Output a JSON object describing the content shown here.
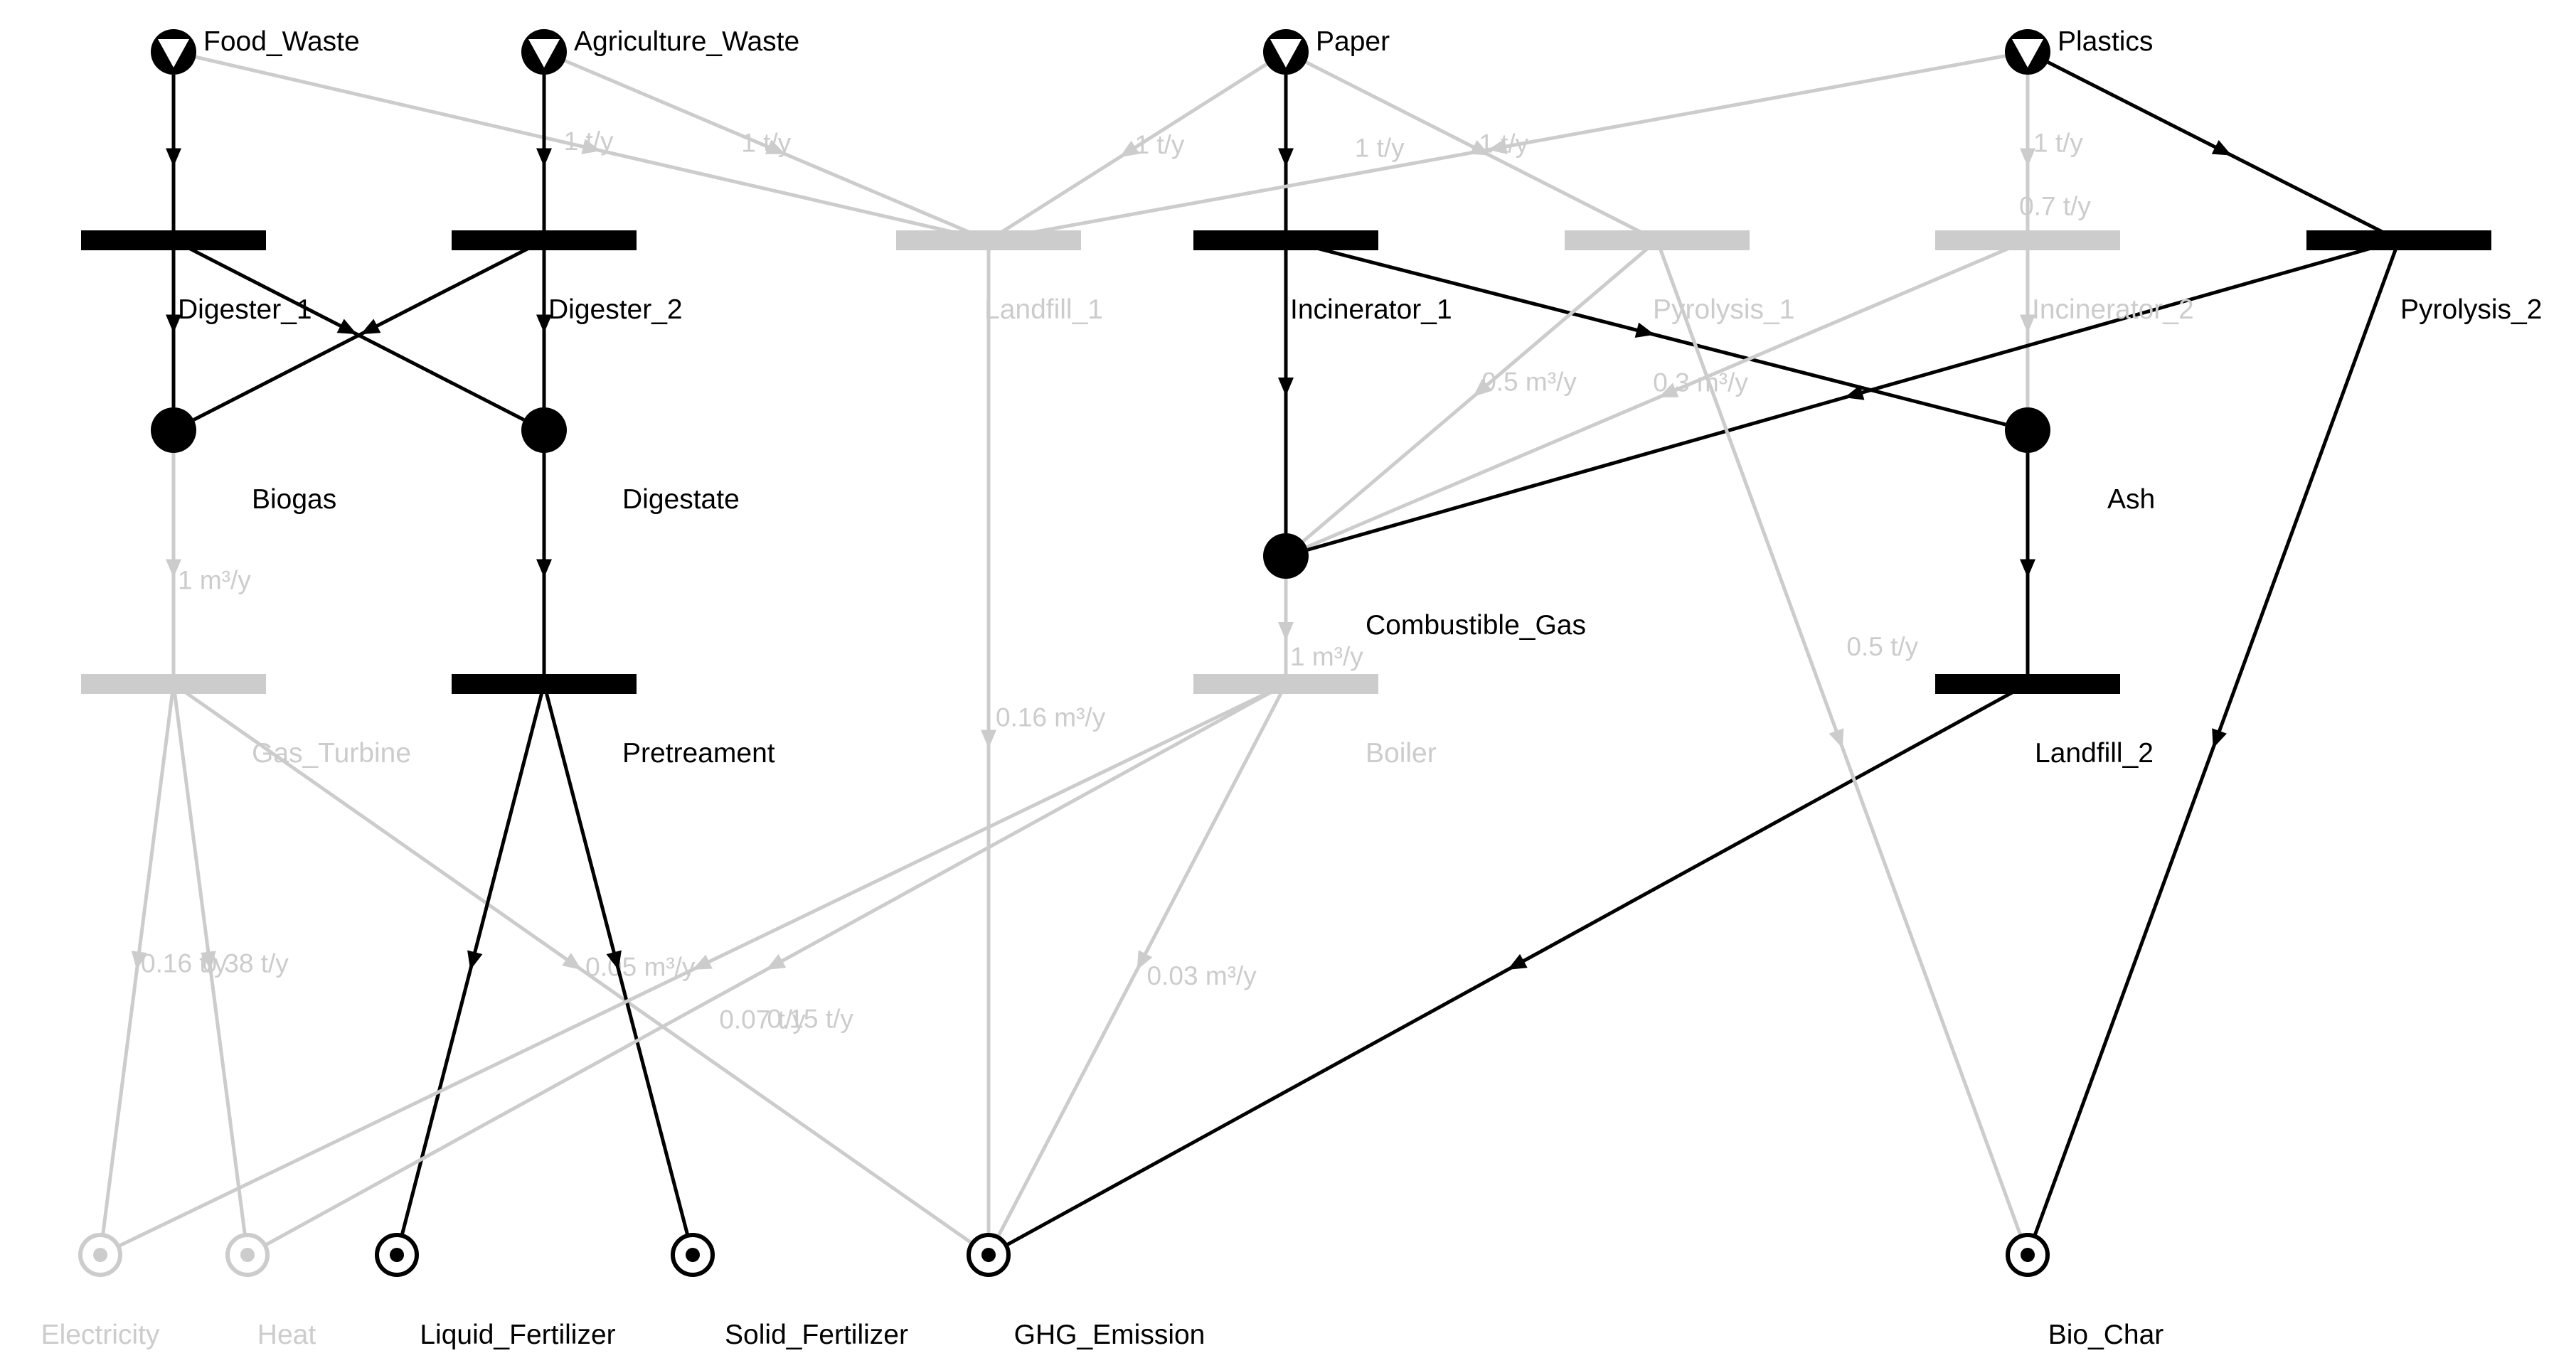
{
  "colors": {
    "active": "#000000",
    "inactive": "#cccccc",
    "background": "#ffffff"
  },
  "materials": [
    {
      "id": "food_waste",
      "label": "Food_Waste",
      "kind": "source",
      "active": true
    },
    {
      "id": "agri_waste",
      "label": "Agriculture_Waste",
      "kind": "source",
      "active": true
    },
    {
      "id": "paper",
      "label": "Paper",
      "kind": "source",
      "active": true
    },
    {
      "id": "plastics",
      "label": "Plastics",
      "kind": "source",
      "active": true
    },
    {
      "id": "biogas",
      "label": "Biogas",
      "kind": "intermediate",
      "active": true
    },
    {
      "id": "digestate",
      "label": "Digestate",
      "kind": "intermediate",
      "active": true
    },
    {
      "id": "comb_gas",
      "label": "Combustible_Gas",
      "kind": "intermediate",
      "active": true
    },
    {
      "id": "ash",
      "label": "Ash",
      "kind": "intermediate",
      "active": true
    },
    {
      "id": "electricity",
      "label": "Electricity",
      "kind": "product",
      "active": false
    },
    {
      "id": "heat",
      "label": "Heat",
      "kind": "product",
      "active": false
    },
    {
      "id": "liquid_fert",
      "label": "Liquid_Fertilizer",
      "kind": "product",
      "active": true
    },
    {
      "id": "solid_fert",
      "label": "Solid_Fertilizer",
      "kind": "product",
      "active": true
    },
    {
      "id": "ghg",
      "label": "GHG_Emission",
      "kind": "product",
      "active": true
    },
    {
      "id": "bio_char",
      "label": "Bio_Char",
      "kind": "product",
      "active": true
    }
  ],
  "operations": [
    {
      "id": "digester_1",
      "label": "Digester_1",
      "active": true
    },
    {
      "id": "digester_2",
      "label": "Digester_2",
      "active": true
    },
    {
      "id": "landfill_1",
      "label": "Landfill_1",
      "active": false
    },
    {
      "id": "incinerator_1",
      "label": "Incinerator_1",
      "active": true
    },
    {
      "id": "pyrolysis_1",
      "label": "Pyrolysis_1",
      "active": false
    },
    {
      "id": "incinerator_2",
      "label": "Incinerator_2",
      "active": false
    },
    {
      "id": "pyrolysis_2",
      "label": "Pyrolysis_2",
      "active": true
    },
    {
      "id": "gas_turbine",
      "label": "Gas_Turbine",
      "active": false
    },
    {
      "id": "pretreament",
      "label": "Pretreament",
      "active": true
    },
    {
      "id": "boiler",
      "label": "Boiler",
      "active": false
    },
    {
      "id": "landfill_2",
      "label": "Landfill_2",
      "active": true
    }
  ],
  "arcs": [
    {
      "from": "food_waste",
      "to": "digester_1",
      "active": true
    },
    {
      "from": "food_waste",
      "to": "landfill_1",
      "active": false,
      "label": "1 t/y"
    },
    {
      "from": "agri_waste",
      "to": "digester_2",
      "active": true
    },
    {
      "from": "agri_waste",
      "to": "landfill_1",
      "active": false,
      "label": "1 t/y"
    },
    {
      "from": "paper",
      "to": "landfill_1",
      "active": false,
      "label": "1 t/y"
    },
    {
      "from": "paper",
      "to": "incinerator_1",
      "active": true
    },
    {
      "from": "paper",
      "to": "pyrolysis_1",
      "active": false,
      "label": "1 t/y"
    },
    {
      "from": "plastics",
      "to": "landfill_1",
      "active": false,
      "label": "1 t/y"
    },
    {
      "from": "plastics",
      "to": "incinerator_2",
      "active": false,
      "label": "1 t/y"
    },
    {
      "from": "plastics",
      "to": "pyrolysis_2",
      "active": true
    },
    {
      "from": "digester_1",
      "to": "biogas",
      "active": true
    },
    {
      "from": "digester_1",
      "to": "digestate",
      "active": true
    },
    {
      "from": "digester_2",
      "to": "biogas",
      "active": true
    },
    {
      "from": "digester_2",
      "to": "digestate",
      "active": true
    },
    {
      "from": "incinerator_1",
      "to": "comb_gas",
      "active": true
    },
    {
      "from": "incinerator_1",
      "to": "ash",
      "active": true
    },
    {
      "from": "pyrolysis_1",
      "to": "comb_gas",
      "active": false,
      "label": "0.5 m³/y"
    },
    {
      "from": "incinerator_2",
      "to": "comb_gas",
      "active": false,
      "label": "0.3 m³/y"
    },
    {
      "from": "incinerator_2",
      "to": "ash",
      "active": false,
      "label": "0.7 t/y"
    },
    {
      "from": "pyrolysis_2",
      "to": "comb_gas",
      "active": true
    },
    {
      "from": "biogas",
      "to": "gas_turbine",
      "active": false,
      "label": "1 m³/y"
    },
    {
      "from": "digestate",
      "to": "pretreament",
      "active": true
    },
    {
      "from": "comb_gas",
      "to": "boiler",
      "active": false,
      "label": "1 m³/y"
    },
    {
      "from": "ash",
      "to": "landfill_2",
      "active": true
    },
    {
      "from": "gas_turbine",
      "to": "electricity",
      "active": false,
      "label": "0.16 t/y"
    },
    {
      "from": "gas_turbine",
      "to": "heat",
      "active": false,
      "label": "0.38 t/y"
    },
    {
      "from": "gas_turbine",
      "to": "ghg",
      "active": false,
      "label": "0.05 m³/y"
    },
    {
      "from": "pretreament",
      "to": "liquid_fert",
      "active": true
    },
    {
      "from": "pretreament",
      "to": "solid_fert",
      "active": true
    },
    {
      "from": "landfill_1",
      "to": "ghg",
      "active": false,
      "label": "0.16 m³/y"
    },
    {
      "from": "boiler",
      "to": "electricity",
      "active": false,
      "label": "0.07 t/y"
    },
    {
      "from": "boiler",
      "to": "heat",
      "active": false,
      "label": "0.15 t/y"
    },
    {
      "from": "boiler",
      "to": "ghg",
      "active": false,
      "label": "0.03 m³/y"
    },
    {
      "from": "landfill_2",
      "to": "ghg",
      "active": true
    },
    {
      "from": "pyrolysis_1",
      "to": "bio_char",
      "active": false,
      "label": "0.5 t/y"
    },
    {
      "from": "pyrolysis_2",
      "to": "bio_char",
      "active": true
    }
  ]
}
